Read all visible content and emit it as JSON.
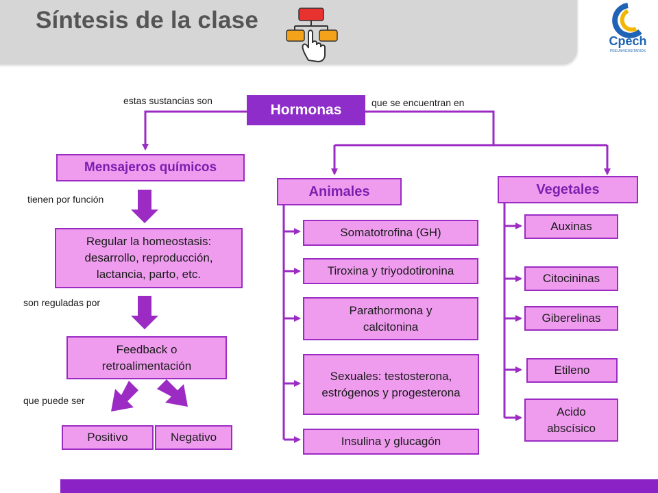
{
  "header": {
    "title": "Síntesis de la clase"
  },
  "logo": {
    "text": "Cpech",
    "subtext": "PREUNIVERSITARIOS",
    "icon": "cpech-logo-icon"
  },
  "colors": {
    "purple": "#8e2dc9",
    "pink": "#ef9cef",
    "border": "#9b2bc3",
    "arrow": "#9b2bc3"
  },
  "diagram": {
    "root": "Hormonas",
    "left_edge_label": "estas sustancias son",
    "right_edge_label": "que se encuentran en",
    "mensajeros": "Mensajeros químicos",
    "funcion_label": "tienen por función",
    "regular": "Regular la homeostasis: desarrollo, reproducción, lactancia, parto, etc.",
    "reguladas_label": "son  reguladas por",
    "feedback": "Feedback o retroalimentación",
    "puede_label": "que puede ser",
    "positivo": "Positivo",
    "negativo": "Negativo",
    "animales": "Animales",
    "animales_items": [
      "Somatotrofina (GH)",
      "Tiroxina y triyodotironina",
      "Parathormona y calcitonina",
      "Sexuales: testosterona, estrógenos y progesterona",
      "Insulina y glucagón"
    ],
    "vegetales": "Vegetales",
    "vegetales_items": [
      "Auxinas",
      "Citocininas",
      "Giberelinas",
      "Etileno",
      "Acido abscísico"
    ]
  }
}
